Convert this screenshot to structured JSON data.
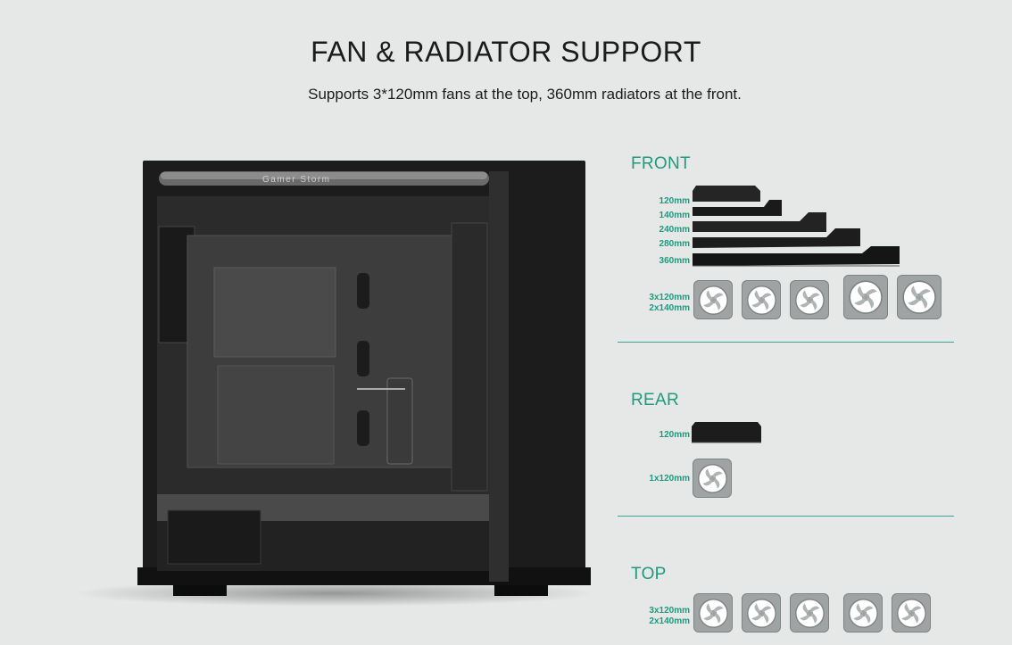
{
  "header": {
    "title": "FAN & RADIATOR SUPPORT",
    "subtitle": "Supports 3*120mm fans at the top, 360mm radiators at the front."
  },
  "case": {
    "brand_text": "Gamer Storm"
  },
  "front": {
    "title": "FRONT",
    "sizes": [
      "120mm",
      "140mm",
      "240mm",
      "280mm",
      "360mm"
    ],
    "fan_labels": [
      "3x120mm",
      "2x140mm"
    ]
  },
  "rear": {
    "title": "REAR",
    "sizes": [
      "120mm"
    ],
    "fan_labels": [
      "1x120mm"
    ]
  },
  "top": {
    "title": "TOP",
    "fan_labels": [
      "3x120mm",
      "2x140mm"
    ]
  },
  "colors": {
    "accent": "#1e9a7d",
    "background": "#e6e7e7",
    "fan": "#9fa3a3"
  },
  "icons": [
    "fan-icon"
  ]
}
